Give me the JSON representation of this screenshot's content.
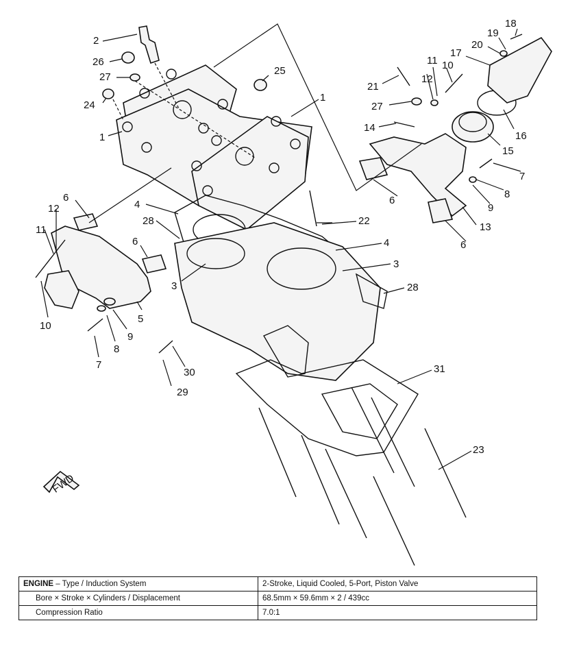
{
  "diagram": {
    "callouts": [
      "1",
      "1",
      "2",
      "3",
      "3",
      "4",
      "4",
      "5",
      "6",
      "6",
      "6",
      "6",
      "7",
      "7",
      "8",
      "8",
      "9",
      "9",
      "10",
      "10",
      "11",
      "11",
      "12",
      "12",
      "13",
      "14",
      "15",
      "16",
      "17",
      "18",
      "19",
      "20",
      "21",
      "22",
      "23",
      "24",
      "25",
      "26",
      "27",
      "27",
      "28",
      "28",
      "29",
      "30",
      "31"
    ],
    "fwd_label": "FWD"
  },
  "spec_table": {
    "rows": [
      {
        "key_bold": "ENGINE",
        "key_rest": " – Type / Induction System",
        "value": "2-Stroke, Liquid Cooled, 5-Port, Piston Valve"
      },
      {
        "key_bold": "",
        "key_rest": "Bore × Stroke × Cylinders / Displacement",
        "value": "68.5mm × 59.6mm × 2 / 439cc"
      },
      {
        "key_bold": "",
        "key_rest": "Compression Ratio",
        "value": "7.0:1"
      }
    ]
  }
}
